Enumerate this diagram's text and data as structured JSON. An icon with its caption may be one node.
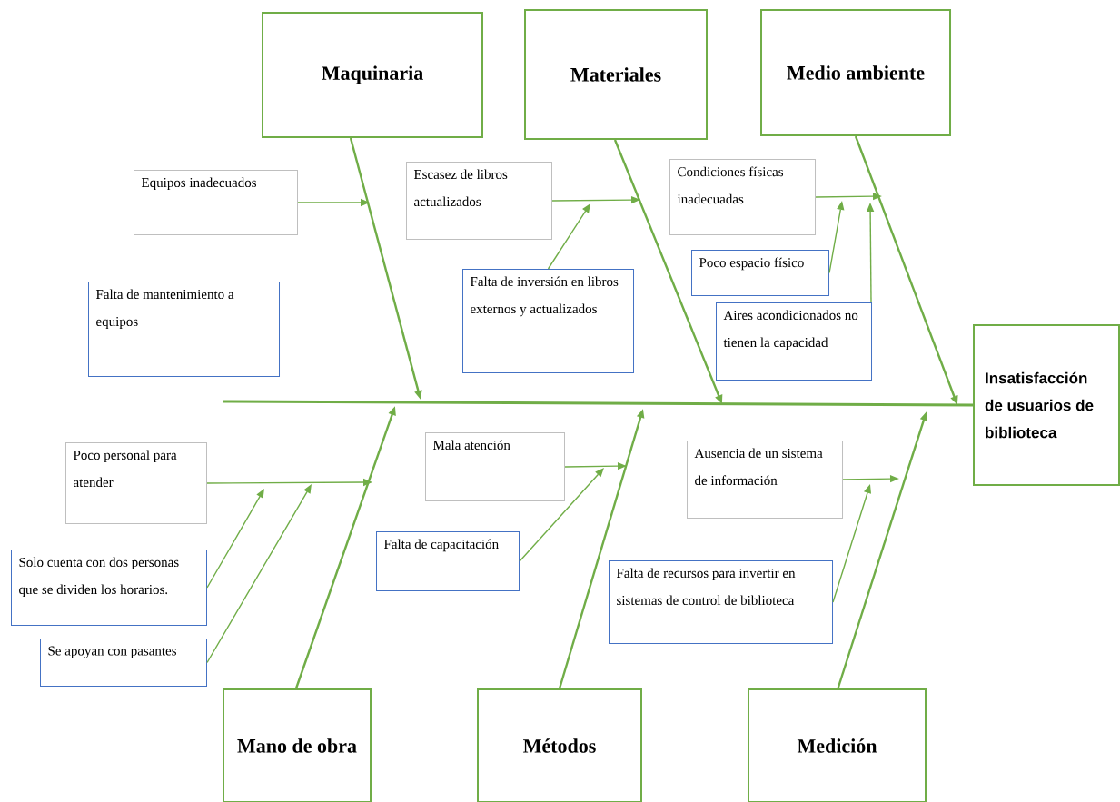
{
  "diagram": {
    "nodes": [
      {
        "text": [
          "Maquinaria"
        ]
      },
      {
        "text": [
          "Materiales"
        ]
      },
      {
        "text": [
          "Medio ambiente"
        ]
      },
      {
        "text": [
          "Equipos inadecuados"
        ]
      },
      {
        "text": [
          "Escasez de libros actualizados"
        ]
      },
      {
        "text": [
          "Condiciones físicas inadecuadas"
        ]
      },
      {
        "text": [
          "Poco espacio físico"
        ]
      },
      {
        "text": [
          "Falta de inversión en libros externos y actualizados"
        ]
      },
      {
        "text": [
          "Falta de mantenimiento a equipos"
        ]
      },
      {
        "text": [
          "Aires acondicionados no tienen la capacidad"
        ]
      },
      {
        "text": [
          "Insatisfacción de usuarios de biblioteca"
        ]
      },
      {
        "text": [
          "Poco personal para atender"
        ]
      },
      {
        "text": [
          "Mala atención"
        ]
      },
      {
        "text": [
          "Ausencia de un sistema de información"
        ]
      },
      {
        "text": [
          "Falta de capacitación"
        ]
      },
      {
        "text": [
          "Solo cuenta con dos personas que se dividen los horarios."
        ]
      },
      {
        "text": [
          "Falta de recursos para invertir en sistemas de control de biblioteca"
        ]
      },
      {
        "text": [
          "Se apoyan con pasantes"
        ]
      },
      {
        "text": [
          "Mano de obra"
        ]
      },
      {
        "text": [
          "Métodos"
        ]
      },
      {
        "text": [
          "Medición"
        ]
      }
    ],
    "edges": [
      {
        "from": null,
        "to": 10,
        "arrow": "none"
      },
      {
        "from": 0,
        "to": null,
        "arrow": "to"
      },
      {
        "from": 1,
        "to": null,
        "arrow": "to"
      },
      {
        "from": 2,
        "to": null,
        "arrow": "to"
      },
      {
        "from": 18,
        "to": null,
        "arrow": "to"
      },
      {
        "from": 19,
        "to": null,
        "arrow": "to"
      },
      {
        "from": 20,
        "to": null,
        "arrow": "to"
      },
      {
        "from": 3,
        "to": null,
        "arrow": "to"
      },
      {
        "from": 4,
        "to": null,
        "arrow": "to"
      },
      {
        "from": 5,
        "to": null,
        "arrow": "to"
      },
      {
        "from": 6,
        "to": null,
        "arrow": "to"
      },
      {
        "from": 7,
        "to": null,
        "arrow": "to"
      },
      {
        "from": 9,
        "to": null,
        "arrow": "to"
      },
      {
        "from": 11,
        "to": null,
        "arrow": "to"
      },
      {
        "from": 15,
        "to": null,
        "arrow": "to"
      },
      {
        "from": 17,
        "to": null,
        "arrow": "to"
      },
      {
        "from": 12,
        "to": null,
        "arrow": "to"
      },
      {
        "from": 14,
        "to": null,
        "arrow": "to"
      },
      {
        "from": 13,
        "to": null,
        "arrow": "to"
      },
      {
        "from": 16,
        "to": null,
        "arrow": "to"
      }
    ]
  }
}
